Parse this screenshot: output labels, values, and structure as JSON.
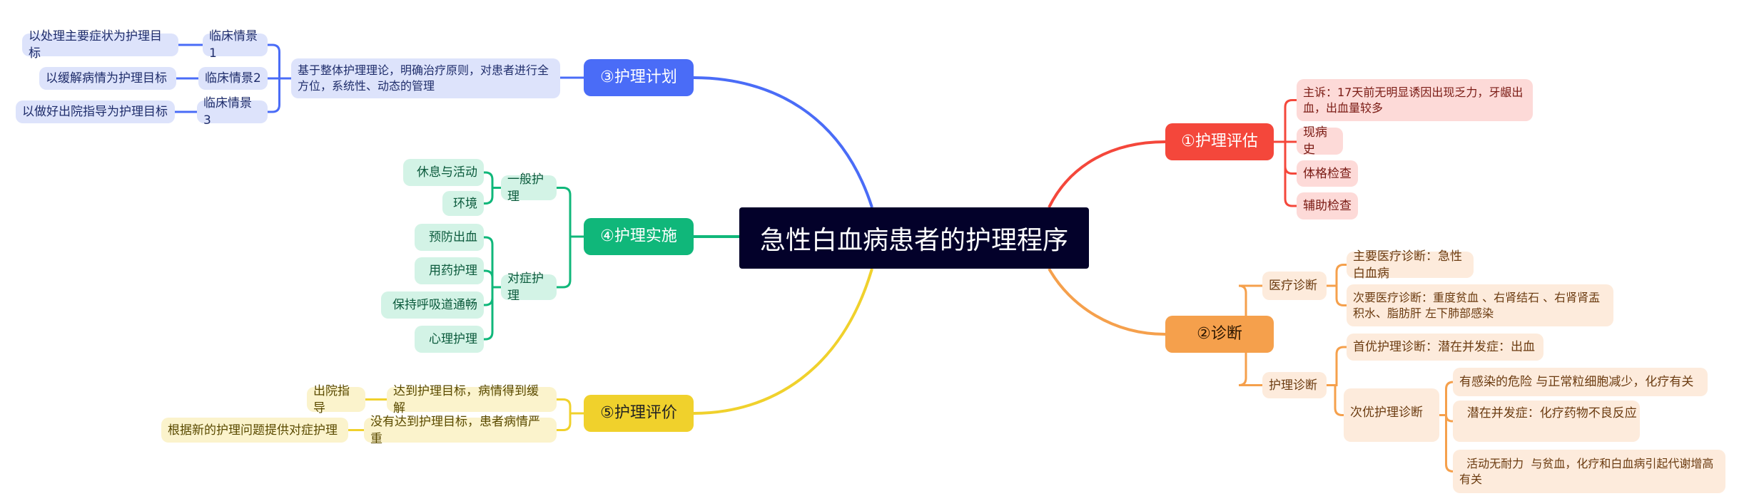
{
  "title": "急性白血病患者的护理程序",
  "colors": {
    "plan": "#4a6cf7",
    "impl": "#10b77a",
    "eval": "#f0d12c",
    "assess": "#f4473b",
    "diag": "#f5a04c",
    "center": "#03012a"
  },
  "assessment": {
    "label": "①护理评估",
    "items": [
      "主诉：17天前无明显诱因出现乏力，牙龈出血，出血量较多",
      "现病史",
      "体格检查",
      "辅助检查"
    ]
  },
  "diagnosis": {
    "label": "②诊断",
    "medical": {
      "label": "医疗诊断",
      "items": [
        "主要医疗诊断：急性白血病",
        "次要医疗诊断：重度贫血 、右肾结石 、右肾肾盂积水、脂肪肝  左下肺部感染"
      ]
    },
    "nursing": {
      "label": "护理诊断",
      "primary": "首优护理诊断：潜在并发症：出血",
      "secondary": {
        "label": "次优护理诊断",
        "items": [
          "有感染的危险  与正常粒细胞减少，化疗有关",
          "  潜在并发症：化疗药物不良反应",
          "  活动无耐力  与贫血，化疗和白血病引起代谢增高有关"
        ]
      }
    }
  },
  "plan": {
    "label": "③护理计划",
    "description": "基于整体护理理论，明确治疗原则，对患者进行全方位，系统性、动态的管理",
    "scenarios": [
      {
        "label": "临床情景1",
        "goal": "以处理主要症状为护理目标"
      },
      {
        "label": "临床情景2",
        "goal": "以缓解病情为护理目标"
      },
      {
        "label": "临床情景 3",
        "goal": "以做好出院指导为护理目标"
      }
    ]
  },
  "implementation": {
    "label": "④护理实施",
    "general": {
      "label": "一般护理",
      "items": [
        "休息与活动",
        "环境"
      ]
    },
    "symptomatic": {
      "label": "对症护理",
      "items": [
        "预防出血",
        "用药护理",
        "保持呼吸道通畅",
        "心理护理"
      ]
    }
  },
  "evaluation": {
    "label": "⑤护理评价",
    "outcomes": [
      {
        "label": "达到护理目标，病情得到缓解",
        "action": "出院指导"
      },
      {
        "label": "没有达到护理目标，患者病情严重",
        "action": "根据新的护理问题提供对症护理"
      }
    ]
  }
}
